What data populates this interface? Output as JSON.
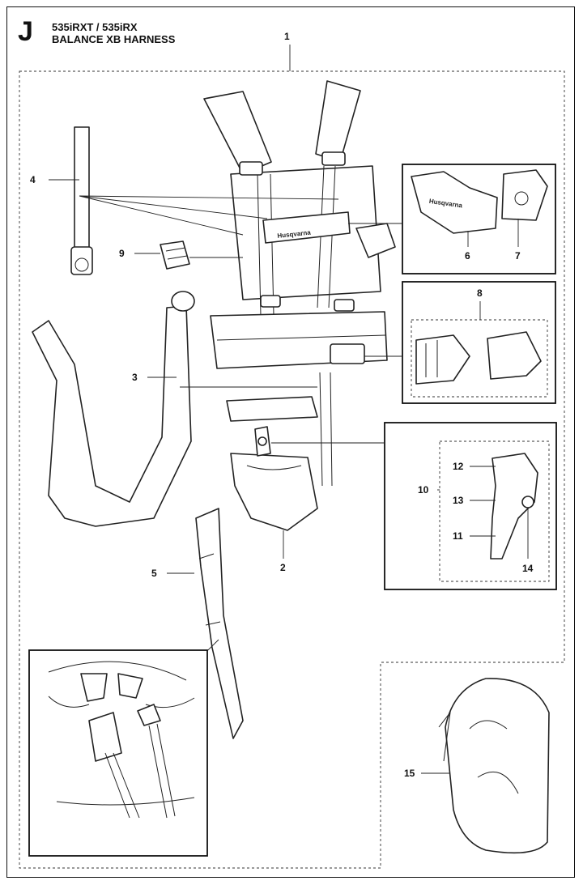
{
  "page": {
    "section_letter": "J",
    "model": "535iRXT / 535iRX",
    "assembly": "BALANCE XB HARNESS"
  },
  "callouts": {
    "c1": "1",
    "c2": "2",
    "c3": "3",
    "c4": "4",
    "c5": "5",
    "c6": "6",
    "c7": "7",
    "c8": "8",
    "c9": "9",
    "c10": "10",
    "c11": "11",
    "c12": "12",
    "c13": "13",
    "c14": "14",
    "c15": "15"
  },
  "brand_text": "Husqvarna"
}
